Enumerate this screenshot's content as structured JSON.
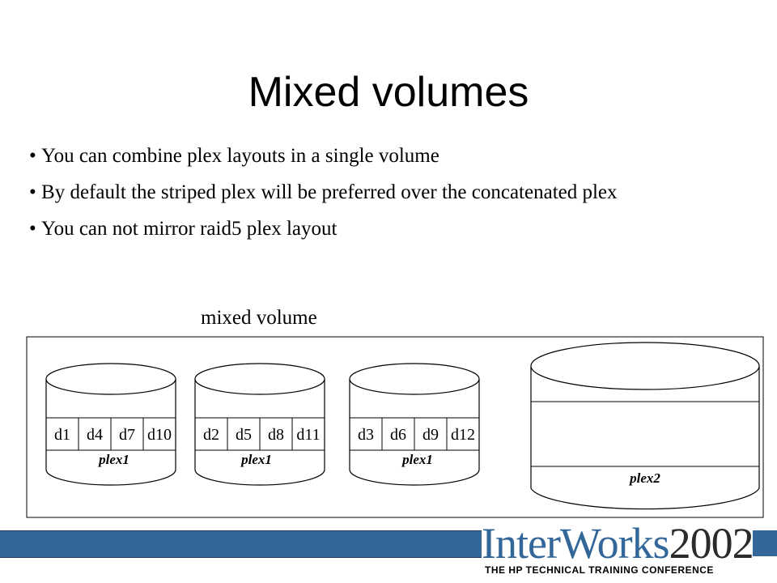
{
  "slide": {
    "title": "Mixed volumes",
    "bullets": [
      "You can combine plex layouts in a single volume",
      "By default the striped plex will be preferred over the concatenated plex",
      "You can not mirror raid5 plex layout"
    ],
    "diagram_caption": "mixed volume"
  },
  "diagram": {
    "striped_plexes": [
      {
        "label": "plex1",
        "columns": [
          "d1",
          "d4",
          "d7",
          "d10"
        ]
      },
      {
        "label": "plex1",
        "columns": [
          "d2",
          "d5",
          "d8",
          "d11"
        ]
      },
      {
        "label": "plex1",
        "columns": [
          "d3",
          "d6",
          "d9",
          "d12"
        ]
      }
    ],
    "concat_plex": {
      "label": "plex2"
    }
  },
  "footer": {
    "logo_name": "InterWorks",
    "logo_year": "2002",
    "logo_tagline": "THE HP TECHNICAL TRAINING CONFERENCE"
  },
  "colors": {
    "accent": "#336699"
  }
}
